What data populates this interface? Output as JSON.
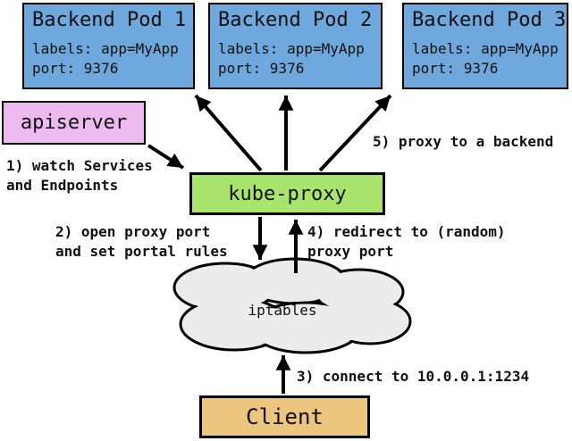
{
  "colors": {
    "pod_blue": "#6fa8dc",
    "apiserver_pink": "#edbaf0",
    "kube_proxy_green": "#a9e46d",
    "client_tan": "#ecc57f",
    "cloud_gray": "#ececec",
    "outline_black": "#000000"
  },
  "diagram": {
    "pods": [
      {
        "title": "Backend Pod 1",
        "labels": "labels: app=MyApp",
        "port": "port: 9376"
      },
      {
        "title": "Backend Pod 2",
        "labels": "labels: app=MyApp",
        "port": "port: 9376"
      },
      {
        "title": "Backend Pod 3",
        "labels": "labels: app=MyApp",
        "port": "port: 9376"
      }
    ],
    "nodes": {
      "apiserver": "apiserver",
      "kube_proxy": "kube-proxy",
      "iptables": "iptables",
      "client": "Client"
    },
    "steps": [
      {
        "line1": "1) watch Services",
        "line2": "and Endpoints"
      },
      {
        "line1": "2) open proxy port",
        "line2": "and set portal rules"
      },
      {
        "line1": "3) connect to 10.0.0.1:1234"
      },
      {
        "line1": "4) redirect to (random)",
        "line2": "proxy port"
      },
      {
        "line1": "5) proxy to a backend"
      }
    ]
  }
}
